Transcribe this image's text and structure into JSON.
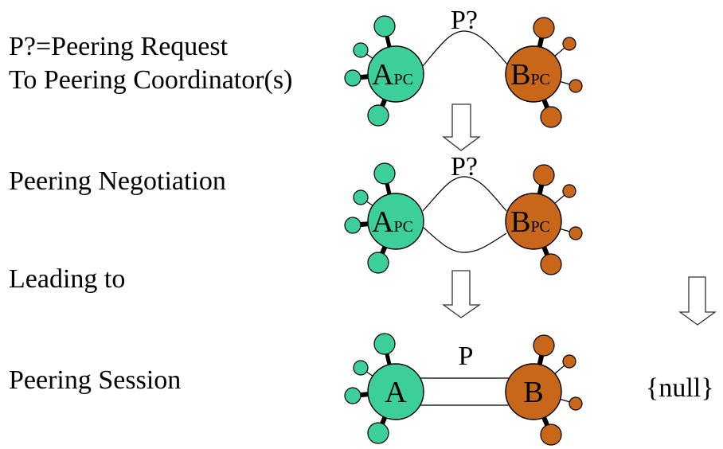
{
  "colors": {
    "node_a": "#3ccf9a",
    "node_b": "#c8661a",
    "stroke": "#000000",
    "arrow_fill": "#ffffff"
  },
  "left_labels": {
    "legend_line1": "P?=Peering Request",
    "legend_line2": "To Peering Coordinator(s)",
    "step2": "Peering Negotiation",
    "step3": "Leading to",
    "step4": "Peering Session"
  },
  "rows": [
    {
      "name": "request",
      "link_label": "P?",
      "link_type": "directed-curve",
      "node_a": {
        "letter": "A",
        "suffix": "PC"
      },
      "node_b": {
        "letter": "B",
        "suffix": "PC"
      }
    },
    {
      "name": "negotiation",
      "link_label": "P?",
      "link_type": "two-way-lens",
      "node_a": {
        "letter": "A",
        "suffix": "PC"
      },
      "node_b": {
        "letter": "B",
        "suffix": "PC"
      }
    },
    {
      "name": "session",
      "link_label": "P",
      "link_type": "pipe",
      "node_a": {
        "letter": "A",
        "suffix": ""
      },
      "node_b": {
        "letter": "B",
        "suffix": ""
      }
    }
  ],
  "null_result": "{null}"
}
